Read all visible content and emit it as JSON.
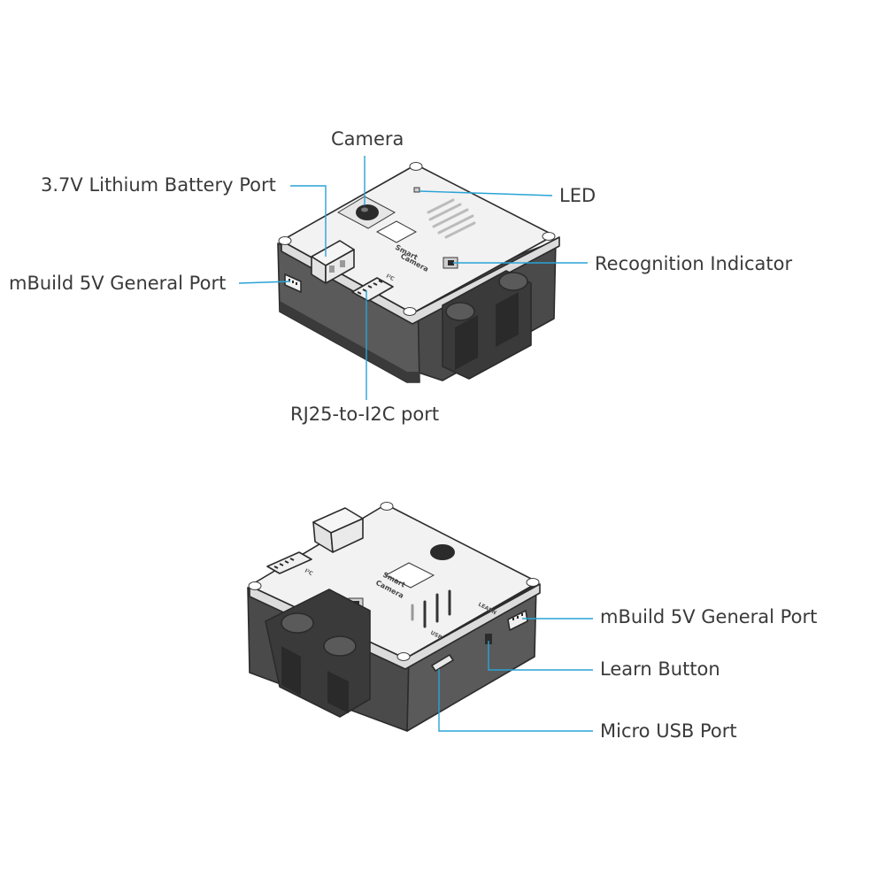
{
  "top_view": {
    "labels": {
      "camera": "Camera",
      "battery_port": "3.7V Lithium Battery Port",
      "led": "LED",
      "recognition_indicator": "Recognition  Indicator",
      "mbuild_port": "mBuild 5V General Port",
      "rj25_port": "RJ25-to-I2C port"
    },
    "silkscreen": {
      "logo_line1": "Smart",
      "logo_line2": "Camera",
      "i2c_mark": "I²C"
    }
  },
  "bottom_view": {
    "labels": {
      "mbuild_port": "mBuild 5V General Port",
      "learn_button": "Learn Button",
      "micro_usb": "Micro USB Port"
    },
    "silkscreen": {
      "logo_line1": "Smart",
      "logo_line2": "Camera",
      "usb_mark": "USB",
      "learn_mark": "LEARN",
      "i2c_mark": "I²C"
    }
  },
  "colors": {
    "leader_line": "#29a3d6",
    "label_text": "#3a3a3a",
    "housing": "#4a4a4a",
    "acrylic_lid": "#f2f2f2"
  }
}
